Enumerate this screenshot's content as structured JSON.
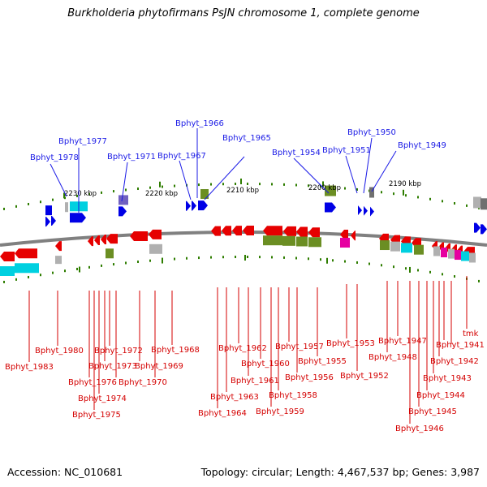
{
  "title": "Burkholderia phytofirmans PsJN chromosome 1, complete genome",
  "footer": {
    "accession": "Accession: NC_010681",
    "summary": "Topology: circular; Length: 4,467,537 bp; Genes: 3,987"
  },
  "kbp_labels": [
    "2230 kbp",
    "2220 kbp",
    "2210 kbp",
    "2200 kbp",
    "2190 kbp"
  ],
  "colors": {
    "forward_gene": "#0000e6",
    "reverse_gene": "#e60000",
    "backbone": "#808080",
    "tick": "#2e7d00",
    "olive": "#6b8e23",
    "cyan": "#00d0e0",
    "magenta": "#e600a0",
    "purple": "#7060c0",
    "gray": "#b0b0b0"
  },
  "genes_top": [
    "Bphyt_1978",
    "Bphyt_1977",
    "Bphyt_1971",
    "Bphyt_1966",
    "Bphyt_1967",
    "Bphyt_1965",
    "Bphyt_1954",
    "Bphyt_1951",
    "Bphyt_1950",
    "Bphyt_1949"
  ],
  "genes_bottom": [
    "Bphyt_1983",
    "Bphyt_1980",
    "Bphyt_1976",
    "Bphyt_1975",
    "Bphyt_1974",
    "Bphyt_1973",
    "Bphyt_1972",
    "Bphyt_1970",
    "Bphyt_1969",
    "Bphyt_1968",
    "Bphyt_1964",
    "Bphyt_1963",
    "Bphyt_1962",
    "Bphyt_1961",
    "Bphyt_1960",
    "Bphyt_1959",
    "Bphyt_1958",
    "Bphyt_1957",
    "Bphyt_1956",
    "Bphyt_1955",
    "Bphyt_1953",
    "Bphyt_1952",
    "Bphyt_1948",
    "Bphyt_1947",
    "Bphyt_1946",
    "Bphyt_1945",
    "Bphyt_1944",
    "Bphyt_1943",
    "Bphyt_1942",
    "Bphyt_1941",
    "tmk"
  ]
}
